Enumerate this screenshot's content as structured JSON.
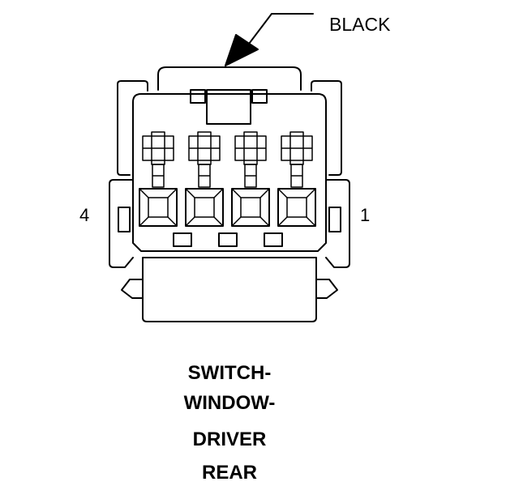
{
  "diagram": {
    "color_label": "BLACK",
    "pin_left_label": "4",
    "pin_right_label": "1",
    "title_lines": [
      "SWITCH-",
      "WINDOW-",
      "DRIVER",
      "REAR"
    ]
  },
  "colors": {
    "ink": "#000000",
    "background": "#ffffff"
  }
}
